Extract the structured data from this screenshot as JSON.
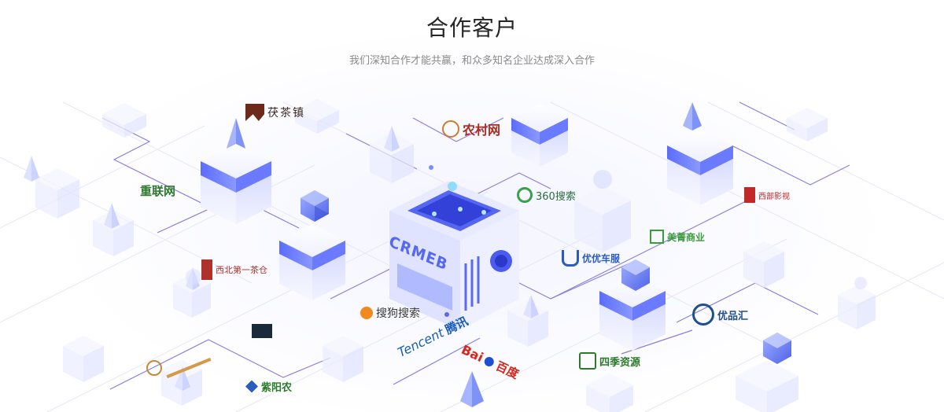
{
  "section": {
    "title": "合作客户",
    "subtitle": "我们深知合作才能共赢，和众多知名企业达成深入合作"
  },
  "hub": {
    "label": "CRMEB"
  },
  "clients": [
    {
      "name": "茯茶镇",
      "color": "#6b2a1a"
    },
    {
      "name": "农村网",
      "color": "#b02a22"
    },
    {
      "name": "360搜索",
      "color": "#2b6e3c"
    },
    {
      "name": "重联网",
      "color": "#2d7a2f"
    },
    {
      "name": "西北第一茶仓",
      "color": "#b0302a"
    },
    {
      "name": "搜狗搜索",
      "color": "#e06010"
    },
    {
      "name": "腾讯",
      "color": "#1a5db5"
    },
    {
      "name": "百度",
      "color": "#d9261c"
    },
    {
      "name": "优优车服",
      "color": "#2a5bbf"
    },
    {
      "name": "美菁商业",
      "color": "#3a9c3a"
    },
    {
      "name": "西部影视",
      "color": "#c0282a"
    },
    {
      "name": "优品汇",
      "color": "#1f4f8f"
    },
    {
      "name": "紫阳农",
      "color": "#2a7a2a"
    },
    {
      "name": "四季资源",
      "color": "#2a7a2a"
    }
  ],
  "colors": {
    "accent": "#4a5cf0",
    "line": "#7a6fd8",
    "cube_light": "#eef0ff"
  }
}
